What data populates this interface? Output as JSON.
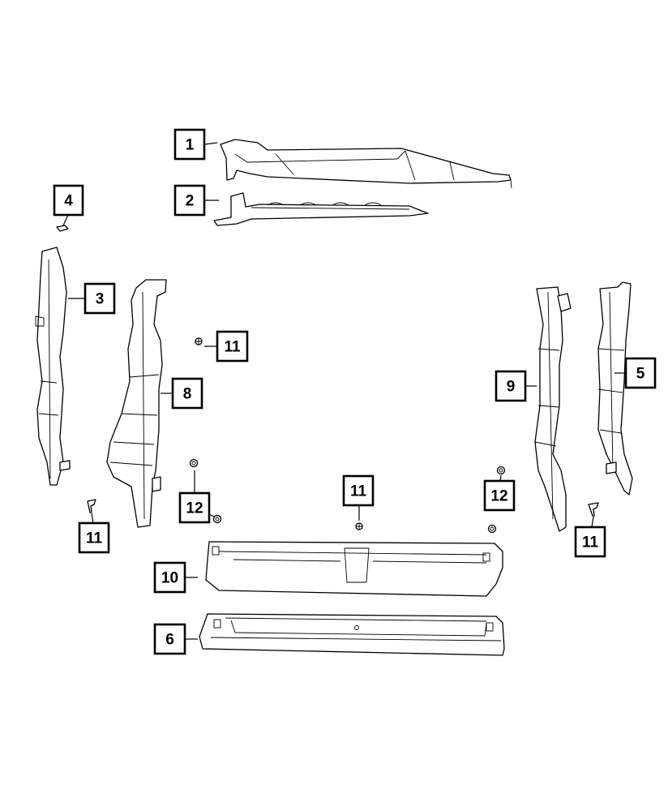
{
  "diagram": {
    "type": "exploded parts diagram",
    "callouts": [
      {
        "label": "1"
      },
      {
        "label": "2"
      },
      {
        "label": "4"
      },
      {
        "label": "3"
      },
      {
        "label": "11"
      },
      {
        "label": "8"
      },
      {
        "label": "9"
      },
      {
        "label": "5"
      },
      {
        "label": "12"
      },
      {
        "label": "11"
      },
      {
        "label": "12"
      },
      {
        "label": "11"
      },
      {
        "label": "11"
      },
      {
        "label": "10"
      },
      {
        "label": "6"
      }
    ]
  }
}
